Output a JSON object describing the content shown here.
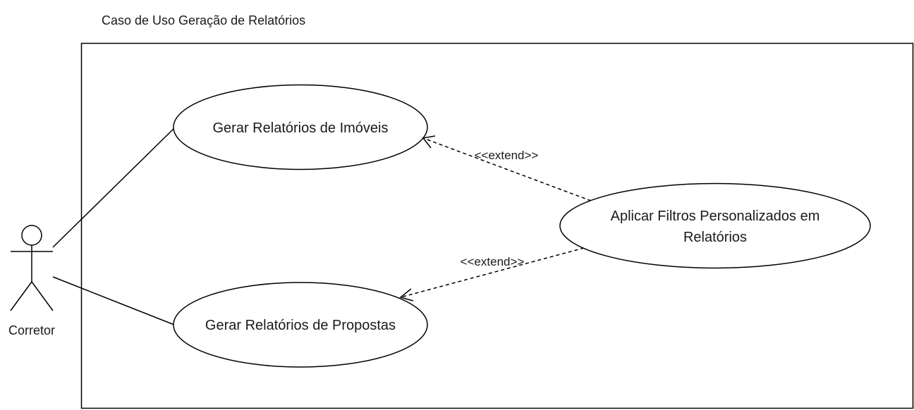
{
  "diagram": {
    "title": "Caso de Uso Geração de Relatórios",
    "actor": {
      "name": "Corretor"
    },
    "use_cases": [
      {
        "id": "uc1",
        "label_lines": [
          "Gerar Relatórios de Imóveis"
        ]
      },
      {
        "id": "uc2",
        "label_lines": [
          "Gerar Relatórios de Propostas"
        ]
      },
      {
        "id": "uc3",
        "label_lines": [
          "Aplicar Filtros Personalizados em",
          "Relatórios"
        ]
      }
    ],
    "relationships": [
      {
        "from": "actor",
        "to": "uc1",
        "type": "association"
      },
      {
        "from": "actor",
        "to": "uc2",
        "type": "association"
      },
      {
        "from": "uc3",
        "to": "uc1",
        "type": "extend",
        "label": "<<extend>>"
      },
      {
        "from": "uc3",
        "to": "uc2",
        "type": "extend",
        "label": "<<extend>>"
      }
    ],
    "colors": {
      "stroke": "#000000",
      "fill": "#ffffff",
      "text": "#1a1a1a"
    }
  }
}
